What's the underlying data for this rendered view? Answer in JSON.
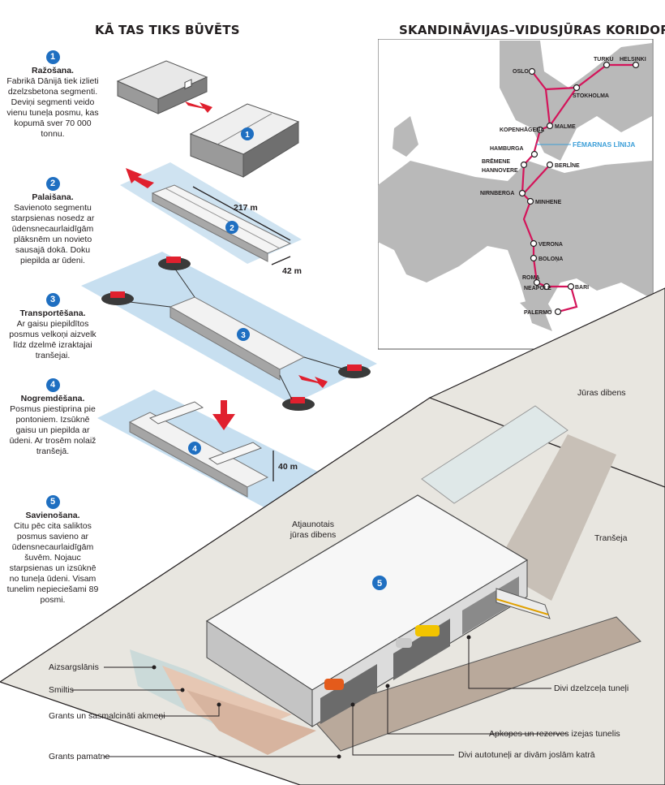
{
  "left_title": "KĀ TAS TIKS BŪVĒTS",
  "right_title": "SKANDINĀVIJAS–VIDUSJŪRAS KORIDORS",
  "steps": [
    {
      "num": "1",
      "title": "Ražošana.",
      "text": "Fabrikā Dānijā tiek izlieti dzelzsbetona segmenti. Deviņi segmenti veido vienu tuneļa posmu, kas kopumā sver 70 000 tonnu."
    },
    {
      "num": "2",
      "title": "Palaišana.",
      "text": "Savienoto segmentu starpsienas nosedz ar ūdensnecaurlaidīgām plāksnēm un novieto sausajā dokā. Doku piepilda ar ūdeni."
    },
    {
      "num": "3",
      "title": "Transportēšana.",
      "text": "Ar gaisu piepildītos posmus velkoņi aizvelk līdz dzelmē izraktajai tranšejai."
    },
    {
      "num": "4",
      "title": "Nogremdēšana.",
      "text": "Posmus piestiprina pie pontoniem. Izsūknē gaisu un piepilda ar ūdeni. Ar trosēm nolaiž tranšejā."
    },
    {
      "num": "5",
      "title": "Savienošana.",
      "text": "Citu pēc cita saliktos posmus savieno ar ūdensnecaurlaidīgām šuvēm. Nojauc starpsienas un izsūknē no tuneļa ūdeni. Visam tunelim nepieciešami 89 posmi."
    }
  ],
  "dimensions": {
    "length": "217 m",
    "width": "42 m",
    "depth": "40 m"
  },
  "map": {
    "highlight": "FĒMARNAS LĪNIJA",
    "cities": [
      "TURKU",
      "HELSINKI",
      "OSLO",
      "STOKHOLMA",
      "KOPENHĀGENA",
      "MALME",
      "HAMBURGA",
      "BRĒMENE",
      "HANNOVERE",
      "BERLĪNE",
      "NIRNBERGA",
      "MINHENE",
      "VERONA",
      "BOLOŅA",
      "ROMA",
      "NEAPOLE",
      "BARI",
      "PALERMO"
    ]
  },
  "cross_section": {
    "seabed": "Jūras dibens",
    "trench": "Tranšeja",
    "restored": "Atjaunotais jūras dibens",
    "marker": "5",
    "layers": [
      "Aizsargslānis",
      "Smiltis",
      "Grants un sasmalcināti akmeņi",
      "Grants pamatne"
    ],
    "callouts": [
      "Divi dzelzceļa tuneļi",
      "Apkopes un rezerves izejas tunelis",
      "Divi autotuneļi ar divām joslām katrā"
    ]
  },
  "colors": {
    "marker": "#1f6fc1",
    "route": "#d4145a",
    "arrow": "#e0202e",
    "water": "#c7dff0",
    "land": "#b9b9b9"
  }
}
